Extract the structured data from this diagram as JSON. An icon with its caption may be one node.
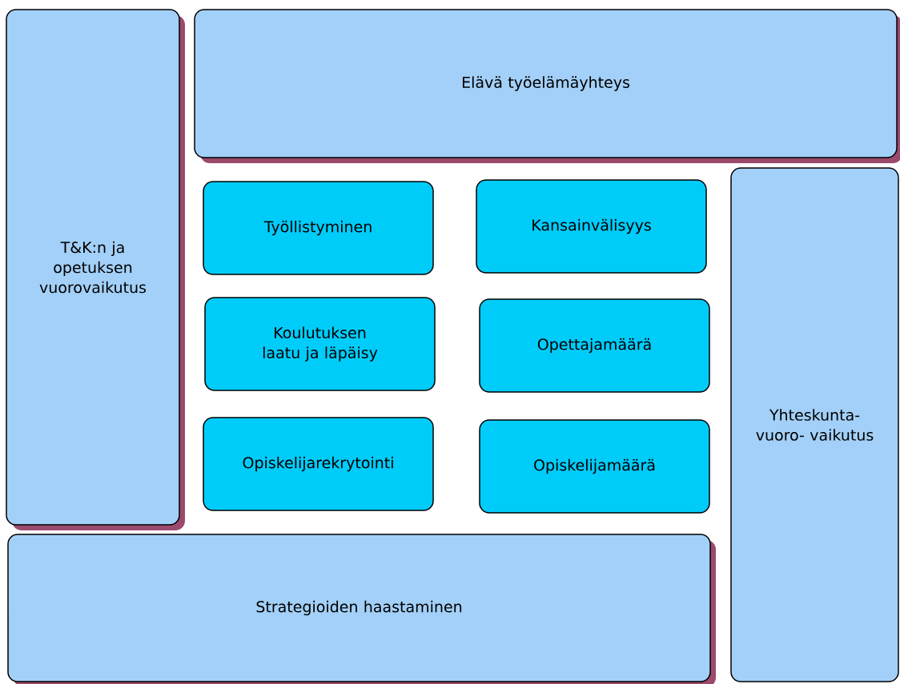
{
  "diagram": {
    "nodes": [
      {
        "text": [
          "T&K:n ja opetuksen vuorovaikutus"
        ]
      },
      {
        "text": [
          "Elävä työelämäyhteys"
        ]
      },
      {
        "text": [
          "Työllistyminen"
        ]
      },
      {
        "text": [
          "Kansainvälisyys"
        ]
      },
      {
        "text": [
          "Koulutuksen laatu ja läpäisy"
        ]
      },
      {
        "text": [
          "Opettajamäärä"
        ]
      },
      {
        "text": [
          "Yhteskunta- vuoro- vaikutus"
        ]
      },
      {
        "text": [
          "Opiskelijarekrytointi"
        ]
      },
      {
        "text": [
          "Opiskelijamäärä"
        ]
      },
      {
        "text": [
          "Strategioiden haastaminen"
        ]
      }
    ]
  }
}
